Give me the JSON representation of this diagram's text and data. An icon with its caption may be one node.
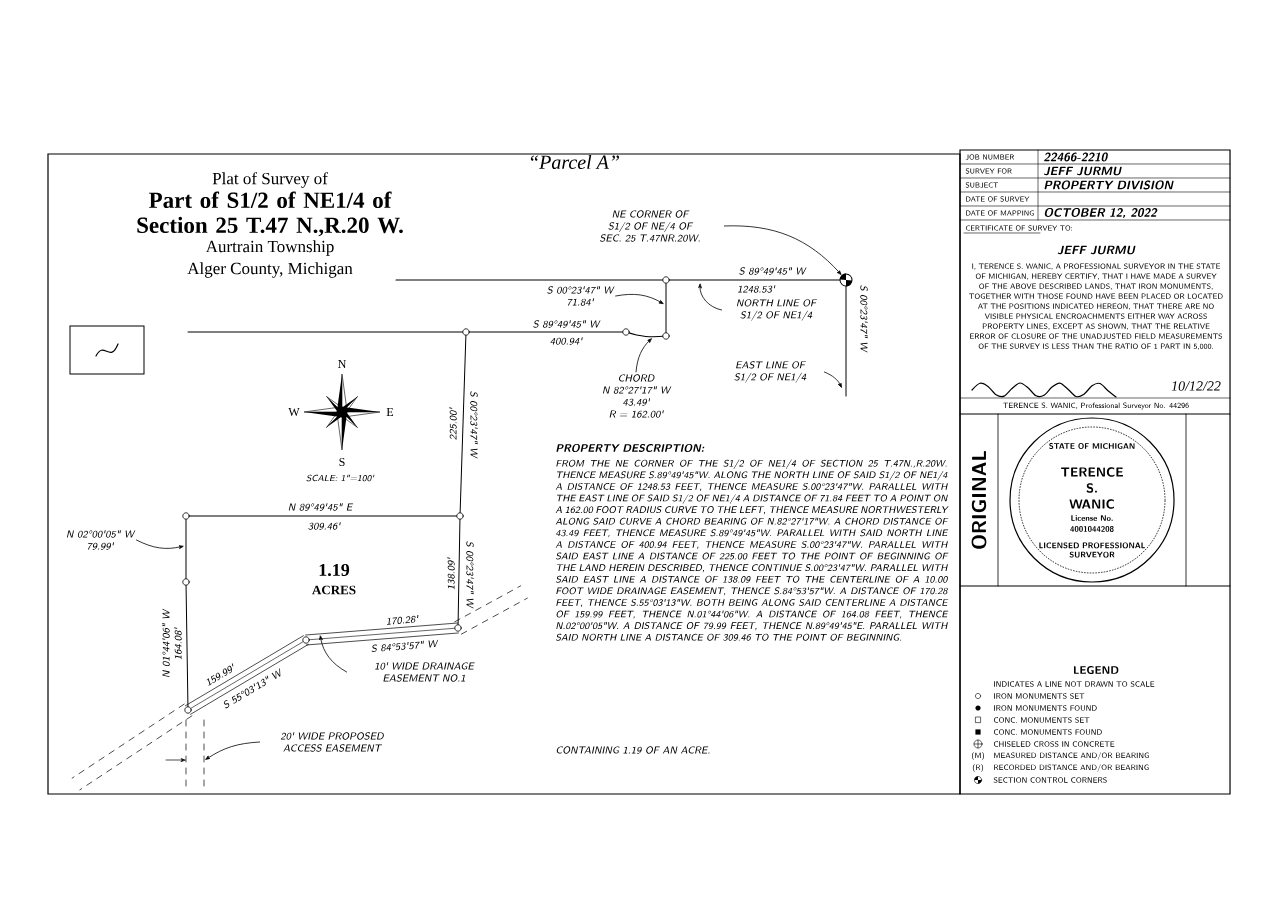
{
  "diagram": {
    "title": "Part of S1/2 of NE1/4 of Section 25 T.47 N.,R.20 W.",
    "nodes": [
      {
        "text": [
          "NE CORNER OF S1/2 OF NE/4 OF SEC. 25 T.47NR.20W."
        ]
      },
      {
        "text": [
          "NORTH LINE OF S1/2 OF NE1/4"
        ]
      },
      {
        "text": [
          "EAST LINE OF S1/2 OF NE1/4"
        ]
      },
      {
        "text": [
          "CHORD",
          "N 82°27'17\" W",
          "43.49'",
          "R = 162.00'"
        ]
      },
      {
        "text": [
          "S 00°23'47\" W",
          "71.84'"
        ]
      },
      {
        "text": [
          "N 02°00'05\" W",
          "79.99'"
        ]
      },
      {
        "text": [
          "10' WIDE DRAINAGE EASEMENT NO.1"
        ]
      },
      {
        "text": [
          "20' WIDE PROPOSED ACCESS EASEMENT"
        ]
      },
      {
        "text": [],
        "shape": "circle"
      }
    ],
    "edges": [
      {
        "from": 0,
        "to": 8,
        "arrow": "to"
      },
      {
        "from": 1,
        "to": null,
        "arrow": "to"
      },
      {
        "from": 2,
        "to": null,
        "arrow": "to"
      },
      {
        "from": 3,
        "to": null,
        "arrow": "to"
      },
      {
        "from": 4,
        "to": null,
        "arrow": "to"
      },
      {
        "from": 5,
        "to": null,
        "arrow": "to"
      },
      {
        "from": 6,
        "to": null,
        "arrow": "to"
      },
      {
        "from": 7,
        "to": null,
        "arrow": "to"
      }
    ],
    "labels": [
      "“Parcel A”",
      "Plat of Survey of",
      "Aurtrain Township",
      "Alger County, Michigan",
      "S 89°49'45\" W",
      "1248.53'",
      "S 00°23'47\" W",
      "S 89°49'45\" W",
      "400.94'",
      "225.00'",
      "S 00°23'47\" W",
      "N 89°49'45\" E",
      "309.46'",
      "1.19",
      "ACRES",
      "138.09'",
      "S 00°23'47\" W",
      "170.28'",
      "S 84°53'57\" W",
      "159.99'",
      "S 55°03'13\" W",
      "N 01°44'06\" W",
      "164.08'",
      "N",
      "W",
      "E",
      "S",
      "SCALE: 1\"=100'",
      "PROPERTY DESCRIPTION:",
      "FROM THE NE CORNER OF THE S1/2 OF NE1/4 OF SECTION 25 T.47N.,R.20W. THENCE MEASURE S.89°49'45\"W. ALONG THE NORTH LINE OF SAID S1/2 OF NE1/4 A DISTANCE OF 1248.53 FEET, THENCE MEASURE S.00°23'47\"W. PARALLEL WITH THE EAST LINE OF SAID S1/2 OF NE1/4 A DISTANCE OF 71.84 FEET TO A POINT ON A 162.00 FOOT RADIUS CURVE TO THE LEFT, THENCE MEASURE NORTHWESTERLY ALONG SAID CURVE A CHORD BEARING OF N.82°27'17\"W. A CHORD DISTANCE OF 43.49 FEET, THENCE MEASURE S.89°49'45\"W. PARALLEL WITH SAID NORTH LINE A DISTANCE OF 400.94 FEET, THENCE MEASURE S.00°23'47\"W. PARALLEL WITH SAID EAST LINE A DISTANCE OF 225.00 FEET TO THE POINT OF BEGINNING OF THE LAND HEREIN DESCRIBED, THENCE CONTINUE S.00°23'47\"W. PARALLEL WITH SAID EAST LINE A DISTANCE OF 138.09 FEET TO THE CENTERLINE OF A 10.00 FOOT WIDE DRAINAGE EASEMENT, THENCE S.84°53'57\"W. A DISTANCE OF 170.28 FEET, THENCE S.55°03'13\"W. BOTH BEING ALONG SAID CENTERLINE A DISTANCE OF 159.99 FEET, THENCE N.01°44'06\"W. A DISTANCE OF 164.08 FEET, THENCE N.02°00'05\"W. A DISTANCE OF 79.99 FEET, THENCE N.89°49'45\"E. PARALLEL WITH SAID NORTH LINE A DISTANCE OF 309.46 TO THE POINT OF BEGINNING.",
      "CONTAINING 1.19 OF AN ACRE.",
      "JOB NUMBER",
      "22466-2210",
      "SURVEY FOR",
      "JEFF JURMU",
      "SUBJECT",
      "PROPERTY DIVISION",
      "DATE OF SURVEY",
      "DATE OF MAPPING",
      "OCTOBER 12, 2022",
      "CERTIFICATE OF SURVEY TO:",
      "JEFF JURMU",
      "I, TERENCE S. WANIC, A PROFESSIONAL SURVEYOR IN THE STATE OF MICHIGAN, HEREBY CERTIFY, THAT I HAVE MADE A SURVEY OF THE ABOVE DESCRIBED LANDS, THAT IRON MONUMENTS, TOGETHER WITH THOSE FOUND HAVE BEEN PLACED OR LOCATED AT THE POSITIONS INDICATED HEREON, THAT THERE ARE NO VISIBLE PHYSICAL ENCROACHMENTS EITHER WAY ACROSS PROPERTY LINES, EXCEPT AS SHOWN, THAT THE RELATIVE ERROR OF CLOSURE OF THE UNADJUSTED FIELD MEASUREMENTS OF THE SURVEY IS LESS THAN THE RATIO OF 1 PART IN 5,000.",
      "10/12/22",
      "TERENCE S. WANIC, Professional Surveyor No. 44296",
      "ORIGINAL",
      "STATE OF MICHIGAN",
      "TERENCE",
      "S.",
      "WANIC",
      "License No.",
      "4001044208",
      "LICENSED PROFESSIONAL SURVEYOR",
      "LEGEND",
      "(M)",
      "(R)"
    ],
    "legend": [
      {
        "text": "INDICATES A LINE NOT DRAWN TO SCALE"
      },
      {
        "text": "IRON MONUMENTS SET"
      },
      {
        "text": "IRON MONUMENTS FOUND"
      },
      {
        "text": "CONC. MONUMENTS SET"
      },
      {
        "text": "CONC. MONUMENTS FOUND"
      },
      {
        "text": "CHISELED CROSS IN CONCRETE"
      },
      {
        "text": "MEASURED DISTANCE AND/OR BEARING"
      },
      {
        "text": "RECORDED DISTANCE AND/OR BEARING"
      },
      {
        "text": "SECTION CONTROL CORNERS"
      }
    ]
  }
}
